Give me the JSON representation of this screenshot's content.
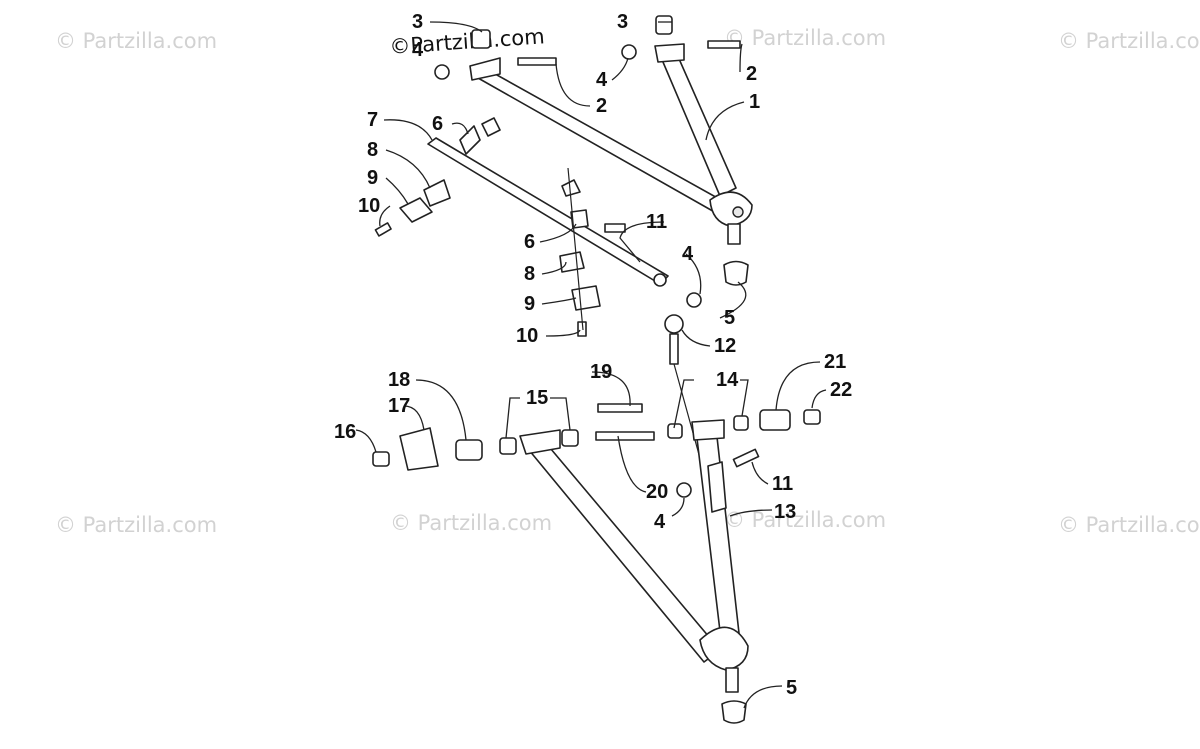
{
  "diagram": {
    "watermarks": [
      {
        "id": "tl",
        "text": "© Partzilla.com"
      },
      {
        "id": "tc",
        "text": "© Partzilla.com"
      },
      {
        "id": "tr",
        "text": "© Partzilla.com"
      },
      {
        "id": "ml",
        "text": "© Partzilla.com"
      },
      {
        "id": "mc",
        "text": "© Partzilla.com"
      },
      {
        "id": "mc2",
        "text": "© Partzilla.com"
      },
      {
        "id": "mr",
        "text": "© Partzilla.com"
      }
    ],
    "top_watermark": "©Partzilla.com",
    "callouts": [
      {
        "id": "c3a",
        "label": "3"
      },
      {
        "id": "c4a",
        "label": "4"
      },
      {
        "id": "c3b",
        "label": "3"
      },
      {
        "id": "c2b",
        "label": "2"
      },
      {
        "id": "c4b",
        "label": "4"
      },
      {
        "id": "c2a",
        "label": "2"
      },
      {
        "id": "c1",
        "label": "1"
      },
      {
        "id": "c7",
        "label": "7"
      },
      {
        "id": "c6a",
        "label": "6"
      },
      {
        "id": "c8a",
        "label": "8"
      },
      {
        "id": "c9a",
        "label": "9"
      },
      {
        "id": "c10a",
        "label": "10"
      },
      {
        "id": "c11a",
        "label": "11"
      },
      {
        "id": "c6b",
        "label": "6"
      },
      {
        "id": "c4c",
        "label": "4"
      },
      {
        "id": "c8b",
        "label": "8"
      },
      {
        "id": "c9b",
        "label": "9"
      },
      {
        "id": "c5a",
        "label": "5"
      },
      {
        "id": "c10b",
        "label": "10"
      },
      {
        "id": "c12",
        "label": "12"
      },
      {
        "id": "c18",
        "label": "18"
      },
      {
        "id": "c19",
        "label": "19"
      },
      {
        "id": "c14",
        "label": "14"
      },
      {
        "id": "c21",
        "label": "21"
      },
      {
        "id": "c22",
        "label": "22"
      },
      {
        "id": "c17",
        "label": "17"
      },
      {
        "id": "c15",
        "label": "15"
      },
      {
        "id": "c16",
        "label": "16"
      },
      {
        "id": "c20",
        "label": "20"
      },
      {
        "id": "c11b",
        "label": "11"
      },
      {
        "id": "c4d",
        "label": "4"
      },
      {
        "id": "c13",
        "label": "13"
      },
      {
        "id": "c5b",
        "label": "5"
      }
    ]
  }
}
